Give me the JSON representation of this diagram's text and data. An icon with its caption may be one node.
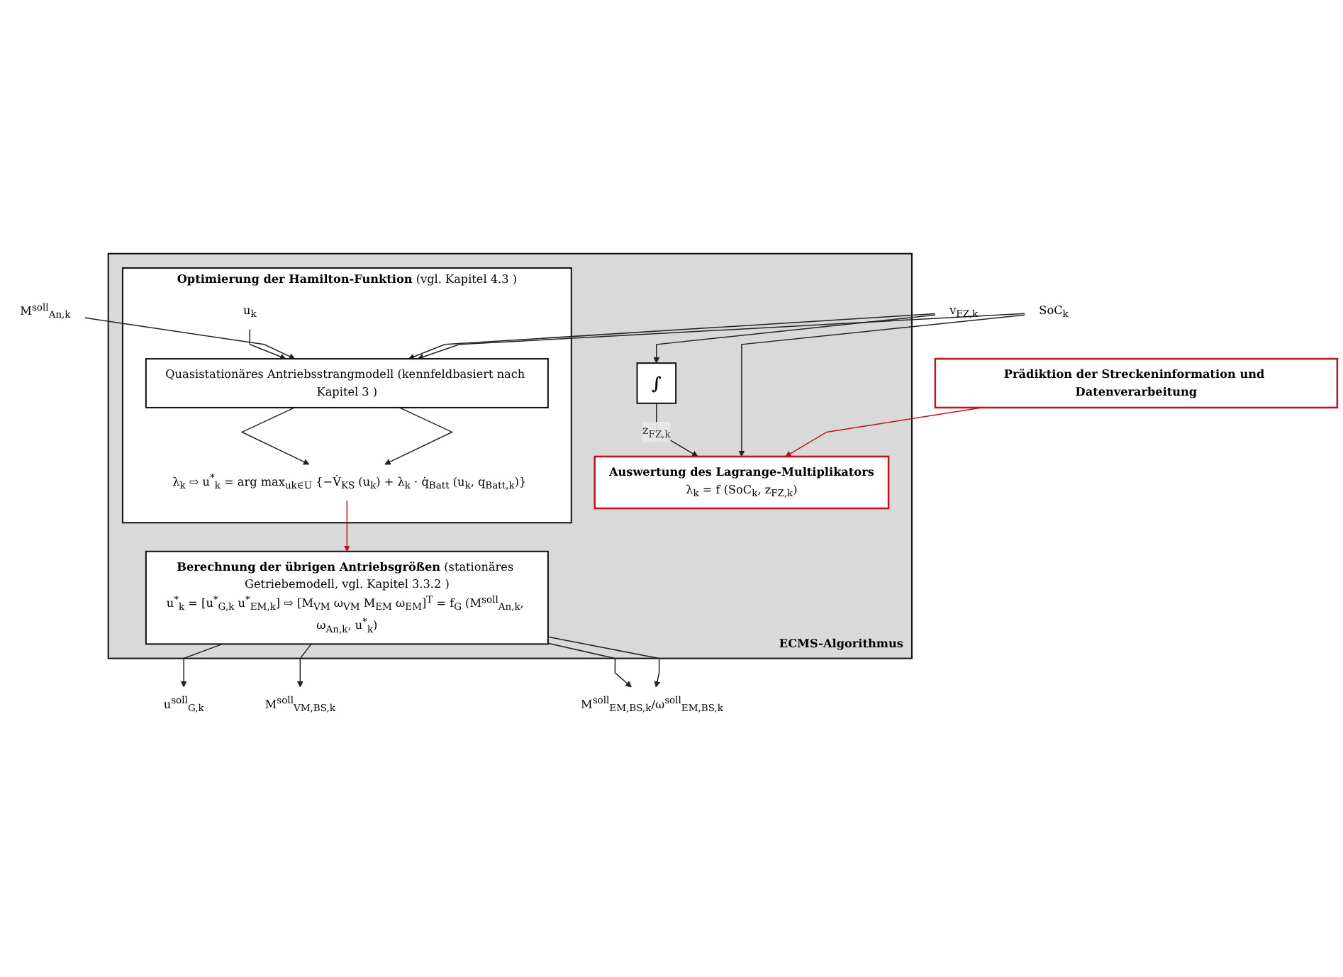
{
  "diagram": {
    "nodes": [
      {
        "text": [
          "Prädiktion der Streckeninformation und Datenverarbeitung"
        ]
      },
      {
        "text": [
          "SoC$_{k}$"
        ]
      },
      {
        "text": [
          "v$_{FZ,k}$"
        ]
      },
      {
        "text": [
          "M$^{soll}$$_{An,k}$"
        ]
      },
      {
        "text": [
          "ECMS-Algorithmus"
        ]
      },
      {
        "text": [
          "Auswertung des Lagrange-Multiplikators",
          "λ$_{k}$ = f (SoC$_{k}$, z$_{FZ,k}$)"
        ],
        "in": 4
      },
      {
        "text": [
          "∫"
        ],
        "in": 4
      },
      {
        "text": [
          "**Optimierung der Hamilton-Funktion** (vgl. Kapitel 4.3 )"
        ],
        "in": 4
      },
      {
        "text": [
          "λ$_{k}$ ⇨ u$^{*}$$_{k}$ = arg max$_{u}$$_{k}$$_{∈U}$ {−V̇$_{KS}$ (u$_{k}$) + λ$_{k}$ · q̇$_{Batt}$ (u$_{k}$, q$_{Batt,k}$)}"
        ],
        "in": 7
      },
      {
        "text": [
          "u$_{k}$"
        ],
        "in": 7
      },
      {
        "text": [
          "Quasistationäres Antriebsstrangmodell (kennfeldbasiert nach Kapitel 3 )"
        ],
        "in": 7
      },
      {
        "text": [
          "**Berechnung der übrigen Antriebsgrößen** (stationäres Getriebemodell, vgl. Kapitel 3.3.2 )",
          "u$^{*}$$_{k}$ = [u$^{*}$$_{G,k}$ u$^{*}$$_{EM,k}$] ⇨ [M$_{VM}$ ω$_{VM}$ M$_{EM}$ ω$_{EM}$]$^{T}$ = f$_{G}$ (M$^{soll}$$_{An,k}$, ω$_{An,k}$, u$^{*}$$_{k}$)"
        ],
        "in": 4
      },
      {
        "text": [
          "u$^{soll}$$_{G,k}$"
        ]
      },
      {
        "text": [
          "M$^{soll}$$_{VM,BS,k}$"
        ]
      },
      {
        "text": [
          "M$^{soll}$$_{EM,BS,k}$/ω$^{soll}$$_{EM,BS,k}$"
        ]
      }
    ],
    "edges": [
      {
        "from": 0,
        "to": 5,
        "arrow": "to",
        "color": "#c0141c"
      },
      {
        "from": 1,
        "to": 5,
        "arrow": "to"
      },
      {
        "from": 2,
        "to": 6,
        "arrow": "to"
      },
      {
        "from": 6,
        "to": 5,
        "arrow": "to",
        "label": "z$_{FZ,k}$"
      },
      {
        "from": 1,
        "to": 10,
        "arrow": "to"
      },
      {
        "from": 2,
        "to": 10,
        "arrow": "to"
      },
      {
        "from": 3,
        "to": 10,
        "arrow": "to"
      },
      {
        "from": 9,
        "to": 10,
        "arrow": "to"
      },
      {
        "from": 10,
        "to": 8,
        "arrow": "to"
      },
      {
        "from": 10,
        "to": 8,
        "arrow": "to"
      },
      {
        "from": 8,
        "to": 11,
        "arrow": "to",
        "color": "#c0141c"
      },
      {
        "from": 11,
        "to": 12,
        "arrow": "to"
      },
      {
        "from": 11,
        "to": 13,
        "arrow": "to"
      },
      {
        "from": 11,
        "to": 14,
        "arrow": "to"
      },
      {
        "from": 11,
        "to": 14,
        "arrow": "to"
      }
    ]
  }
}
